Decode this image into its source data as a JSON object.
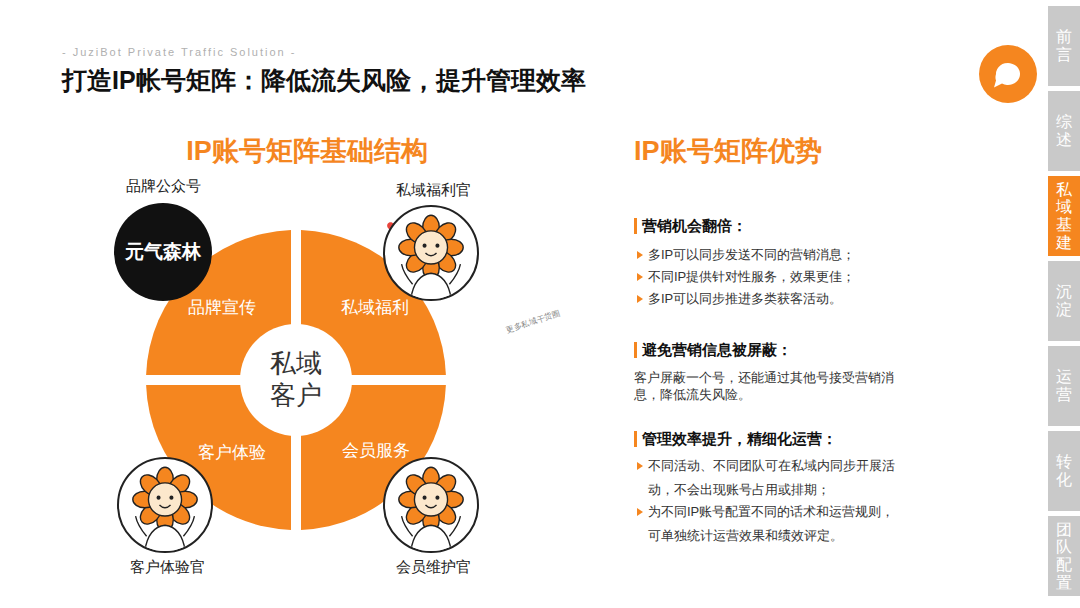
{
  "diagram": {
    "title": "打造IP帐号矩阵：降低流失风险，提升管理效率",
    "nodes": [
      {
        "text": [
          "品牌公众号",
          "元气森林"
        ]
      },
      {
        "text": [
          "私域福利官"
        ]
      },
      {
        "text": [
          "品牌宣传"
        ]
      },
      {
        "text": [
          "私域福利"
        ]
      },
      {
        "text": [
          "私域 客户"
        ]
      },
      {
        "text": [
          "客户体验"
        ]
      },
      {
        "text": [
          "会员服务"
        ]
      },
      {
        "text": [
          "客户体验官"
        ]
      },
      {
        "text": [
          "会员维护官"
        ]
      },
      {
        "text": [
          "前言"
        ]
      },
      {
        "text": [
          "综述"
        ]
      },
      {
        "text": [
          "私域基建"
        ]
      },
      {
        "text": [
          "沉淀"
        ]
      },
      {
        "text": [
          "运营"
        ]
      },
      {
        "text": [
          "转化"
        ]
      },
      {
        "text": [
          "团队配置"
        ]
      }
    ],
    "labels": [
      "- JuziBot Private Traffic Solution -",
      "IP账号矩阵基础结构",
      "IP账号矩阵优势",
      "更多私域干货圈",
      "营销机会翻倍：",
      "多IP可以同步发送不同的营销消息；",
      "不同IP提供针对性服务，效果更佳；",
      "多IP可以同步推进多类获客活动。",
      "避免营销信息被屏蔽：",
      "客户屏蔽一个号，还能通过其他号接受营销消息，降低流失风险。",
      "管理效率提升，精细化运营：",
      "不同活动、不同团队可在私域内同步开展活动，不会出现账号占用或排期；",
      "为不同IP账号配置不同的话术和运营规则，可单独统计运营效果和绩效评定。"
    ]
  }
}
